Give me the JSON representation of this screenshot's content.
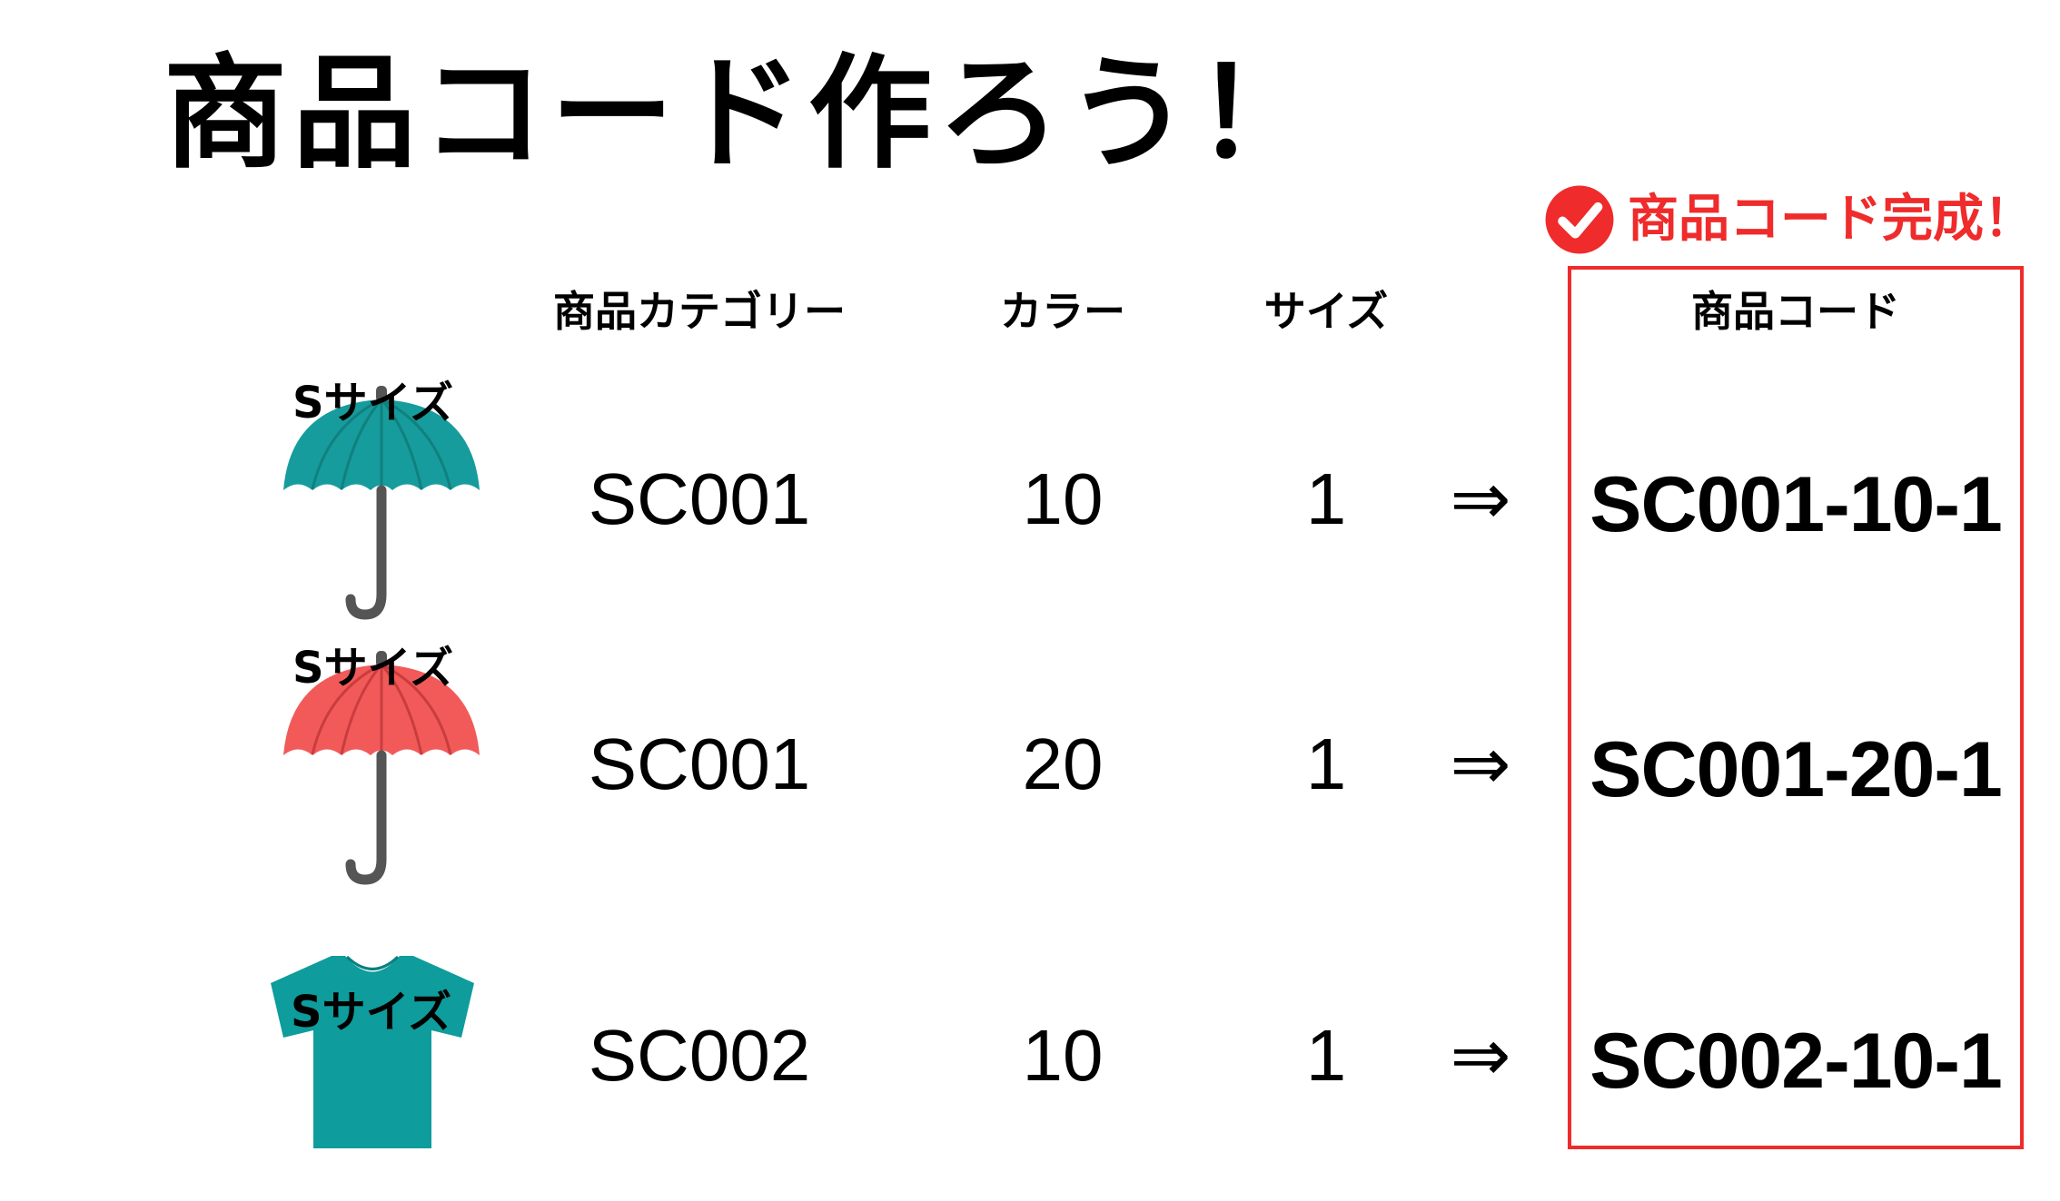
{
  "title": "商品コード作ろう！",
  "badge": {
    "label": "商品コード完成！",
    "color": "#ef2b2b",
    "icon": "check-circle-icon"
  },
  "headers": {
    "category": "商品カテゴリー",
    "color": "カラー",
    "size": "サイズ",
    "code": "商品コード"
  },
  "arrow": "⇒",
  "rows": [
    {
      "icon": "umbrella-icon",
      "icon_color": "#169c9c",
      "size_label": "Sサイズ",
      "category": "SC001",
      "color": "10",
      "size": "1",
      "code": "SC001-10-1"
    },
    {
      "icon": "umbrella-icon",
      "icon_color": "#f25a5a",
      "size_label": "Sサイズ",
      "category": "SC001",
      "color": "20",
      "size": "1",
      "code": "SC001-20-1"
    },
    {
      "icon": "tshirt-icon",
      "icon_color": "#0e9c9c",
      "size_label": "Sサイズ",
      "category": "SC002",
      "color": "10",
      "size": "1",
      "code": "SC002-10-1"
    }
  ],
  "colors": {
    "highlight_border": "#ef2b2b",
    "text": "#000000"
  }
}
